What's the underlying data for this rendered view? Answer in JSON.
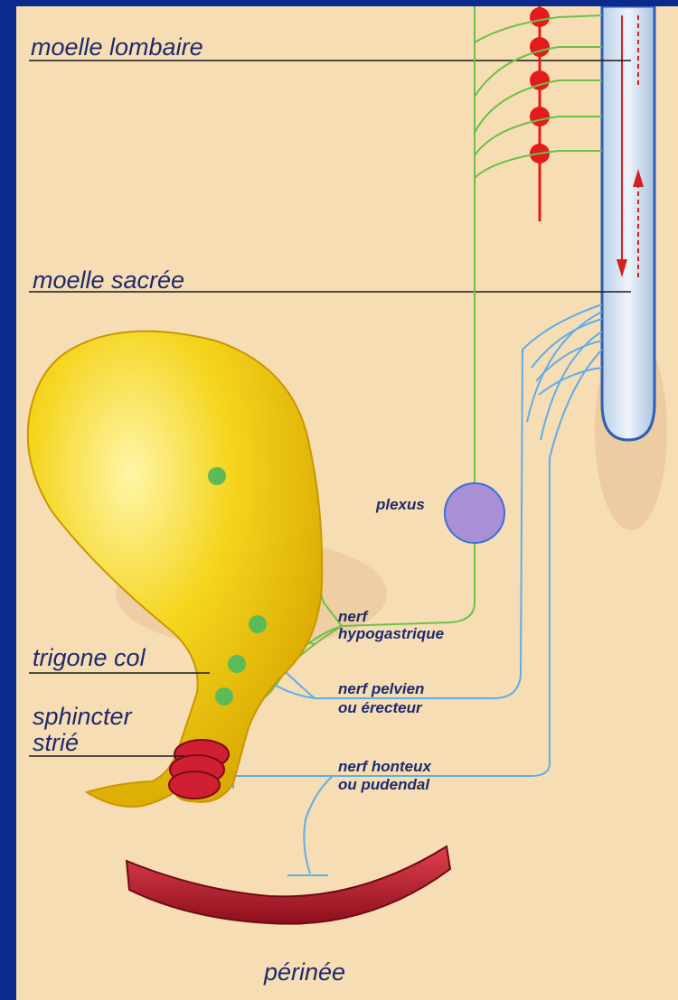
{
  "labels": {
    "moelle_lombaire": "moelle lombaire",
    "moelle_sacree": "moelle sacrée",
    "plexus": "plexus",
    "nerf_hypogastrique_1": "nerf",
    "nerf_hypogastrique_2": "hypogastrique",
    "nerf_pelvien_1": "nerf pelvien",
    "nerf_pelvien_2": "ou érecteur",
    "nerf_honteux_1": "nerf honteux",
    "nerf_honteux_2": "ou pudendal",
    "trigone_col": "trigone col",
    "sphincter_1": "sphincter",
    "sphincter_2": "strié",
    "perinee": "périnée"
  },
  "colors": {
    "frame": "#0b2a8c",
    "background": "#f7ddb4",
    "bladder": "#f2cf1a",
    "sympathetic_nerve": "#6cc04a",
    "parasympathetic_nerve": "#5eaee8",
    "ganglia": "#e81c1c",
    "plexus": "#a990d6",
    "perineum_muscle": "#c01d2e",
    "spinal_cord": "#d7e4f2"
  }
}
